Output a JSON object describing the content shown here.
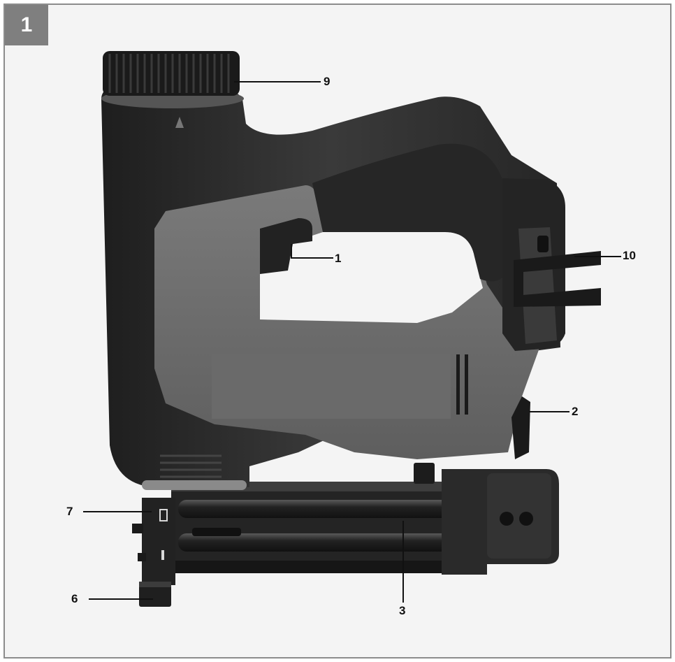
{
  "figure": {
    "number": "1"
  },
  "callouts": [
    {
      "id": "1",
      "label": "1"
    },
    {
      "id": "2",
      "label": "2"
    },
    {
      "id": "3",
      "label": "3"
    },
    {
      "id": "6",
      "label": "6"
    },
    {
      "id": "7",
      "label": "7"
    },
    {
      "id": "9",
      "label": "9"
    },
    {
      "id": "10",
      "label": "10"
    }
  ],
  "colors": {
    "background": "#f4f4f4",
    "frame_border": "#8c8c8c",
    "badge_fill": "#7f7f7f",
    "body_dark": "#2b2b2b",
    "body_grey": "#6b6b6b",
    "metal_dark": "#1d1d1d"
  },
  "icons": {
    "tool": "cordless-nailer-illustration"
  }
}
